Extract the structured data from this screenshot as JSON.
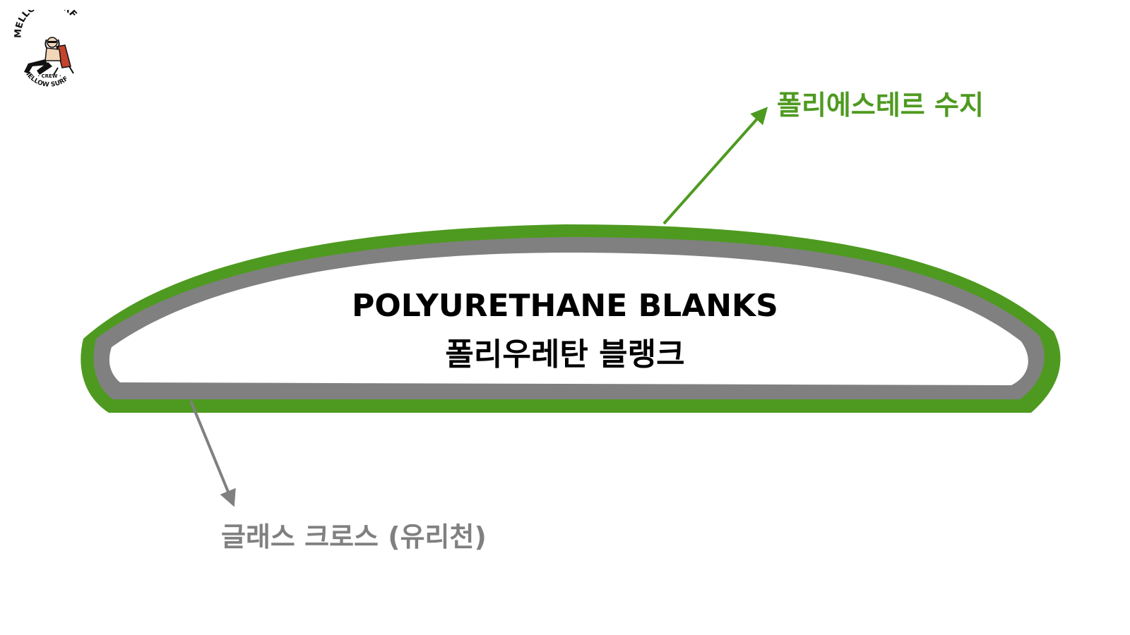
{
  "logo": {
    "top_text": "MELLOW SURF",
    "crew_text": "· CREW ·",
    "bottom_text": "MELLOW SURF"
  },
  "core": {
    "title_en": "POLYURETHANE BLANKS",
    "title_ko": "폴리우레탄 블랭크"
  },
  "labels": {
    "resin": "폴리에스테르 수지",
    "cloth": "글래스 크로스 (유리천)"
  },
  "colors": {
    "resin": "#4e9a20",
    "cloth": "#808080",
    "core": "#ffffff",
    "text": "#000000"
  },
  "icons": {
    "logo": "surfer-in-chair-logo",
    "resin_arrow": "arrow-up-right-icon",
    "cloth_arrow": "arrow-down-icon"
  }
}
